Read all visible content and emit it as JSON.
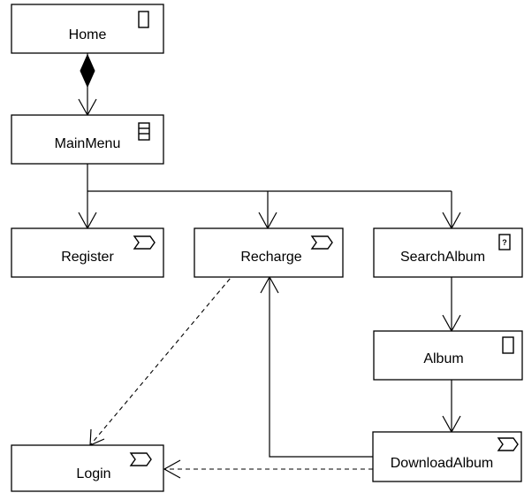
{
  "diagram": {
    "nodes": {
      "home": {
        "label": "Home",
        "icon": "page-icon"
      },
      "mainmenu": {
        "label": "MainMenu",
        "icon": "menu-icon"
      },
      "register": {
        "label": "Register",
        "icon": "operation-icon"
      },
      "recharge": {
        "label": "Recharge",
        "icon": "operation-icon"
      },
      "searchalbum": {
        "label": "SearchAlbum",
        "icon": "search-icon",
        "icon_text": "?"
      },
      "album": {
        "label": "Album",
        "icon": "page-icon"
      },
      "downloadalbum": {
        "label": "DownloadAlbum",
        "icon": "operation-icon"
      },
      "login": {
        "label": "Login",
        "icon": "operation-icon"
      }
    },
    "edges": [
      {
        "from": "Home",
        "to": "MainMenu",
        "kind": "composition"
      },
      {
        "from": "MainMenu",
        "to": "Register",
        "kind": "navigation"
      },
      {
        "from": "MainMenu",
        "to": "Recharge",
        "kind": "navigation"
      },
      {
        "from": "MainMenu",
        "to": "SearchAlbum",
        "kind": "navigation"
      },
      {
        "from": "SearchAlbum",
        "to": "Album",
        "kind": "navigation"
      },
      {
        "from": "Album",
        "to": "DownloadAlbum",
        "kind": "navigation"
      },
      {
        "from": "DownloadAlbum",
        "to": "Recharge",
        "kind": "navigation"
      },
      {
        "from": "DownloadAlbum",
        "to": "Login",
        "kind": "dashed"
      },
      {
        "from": "Recharge",
        "to": "Login",
        "kind": "dashed"
      }
    ]
  }
}
